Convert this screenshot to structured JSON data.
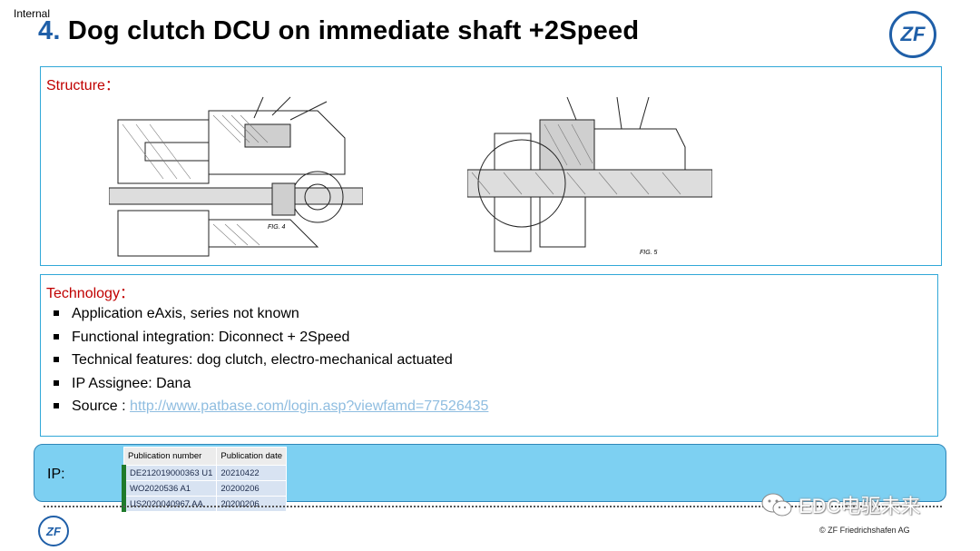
{
  "header": {
    "classification": "Internal",
    "title_number": "4.",
    "title_text": "Dog clutch  DCU on immediate shaft +2Speed",
    "logo_text": "ZF"
  },
  "structure": {
    "label": "Structure：",
    "fig4_label": "FIG. 4",
    "fig5_label": "FIG. 5"
  },
  "technology": {
    "label": "Technology：",
    "items": [
      "Application eAxis, series not known",
      "Functional integration: Diconnect + 2Speed",
      "Technical features: dog clutch, electro-mechanical  actuated",
      "IP Assignee: Dana"
    ],
    "source_prefix": "Source :",
    "source_link": "http://www.patbase.com/login.asp?viewfamd=77526435"
  },
  "ip": {
    "label": "IP:",
    "columns": [
      "Publication number",
      "Publication date"
    ],
    "rows": [
      [
        "DE212019000363 U1",
        "20210422"
      ],
      [
        "WO2020536 A1",
        "20200206"
      ],
      [
        "US2020040967 AA",
        "20200206"
      ]
    ]
  },
  "footer": {
    "watermark": "EDC电驱未来",
    "copyright": "© ZF Friedrichshafen AG",
    "logo_text": "ZF"
  },
  "colors": {
    "accent_blue": "#1f5fa8",
    "panel_border": "#31a8d8",
    "label_red": "#c00000",
    "ip_panel_bg": "#7dd0f2"
  }
}
